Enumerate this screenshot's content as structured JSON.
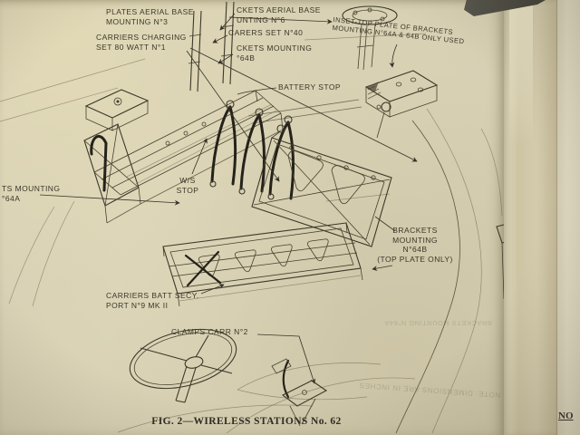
{
  "caption": "FIG. 2—WIRELESS STATIONS No. 62",
  "corner_text": "NO",
  "labels": {
    "plates_aerial_base": "PLATES AERIAL BASE\nMOUNTING N°3",
    "carriers_charging": "CARRIERS CHARGING\nSET 80 WATT N°1",
    "brackets_aerial_base": "CKETS AERIAL BASE\nUNTING N°6",
    "carriers_set": "CARERS SET N°40",
    "brackets_mounting_64b": "CKETS MOUNTING\n°64B",
    "inset_note": "INSET-TOP PLATE OF BRACKETS\nMOUNTING N°64A & 64B ONLY USED",
    "battery_stop": "BATTERY STOP",
    "brackets_mounting_64a": "TS MOUNTING\n°64A",
    "ws_stop": "W/S\nSTOP",
    "brackets_64b_top_plate": "BRACKETS\nMOUNTING\nN°64B\n(TOP PLATE ONLY)",
    "carriers_batt_secy": "CARRIERS BATT SECY.\nPORT N°9 MK II",
    "clamps_carr": "CLAMPS CARR N°2"
  },
  "ghost_text": {
    "brackets_64a_bleed": "BRACKETS MOUNTING N°64A",
    "dimensions_note_bleed": "NOTE: DIMENSIONS ARE IN INCHES"
  },
  "colors": {
    "paper": "#d7d0b4",
    "page_edge": "#cdc4a4",
    "next_page": "#ded8c1",
    "ink": "#3b372a",
    "bold_ink": "#24221b",
    "dark_gap": "#4c4c44"
  }
}
